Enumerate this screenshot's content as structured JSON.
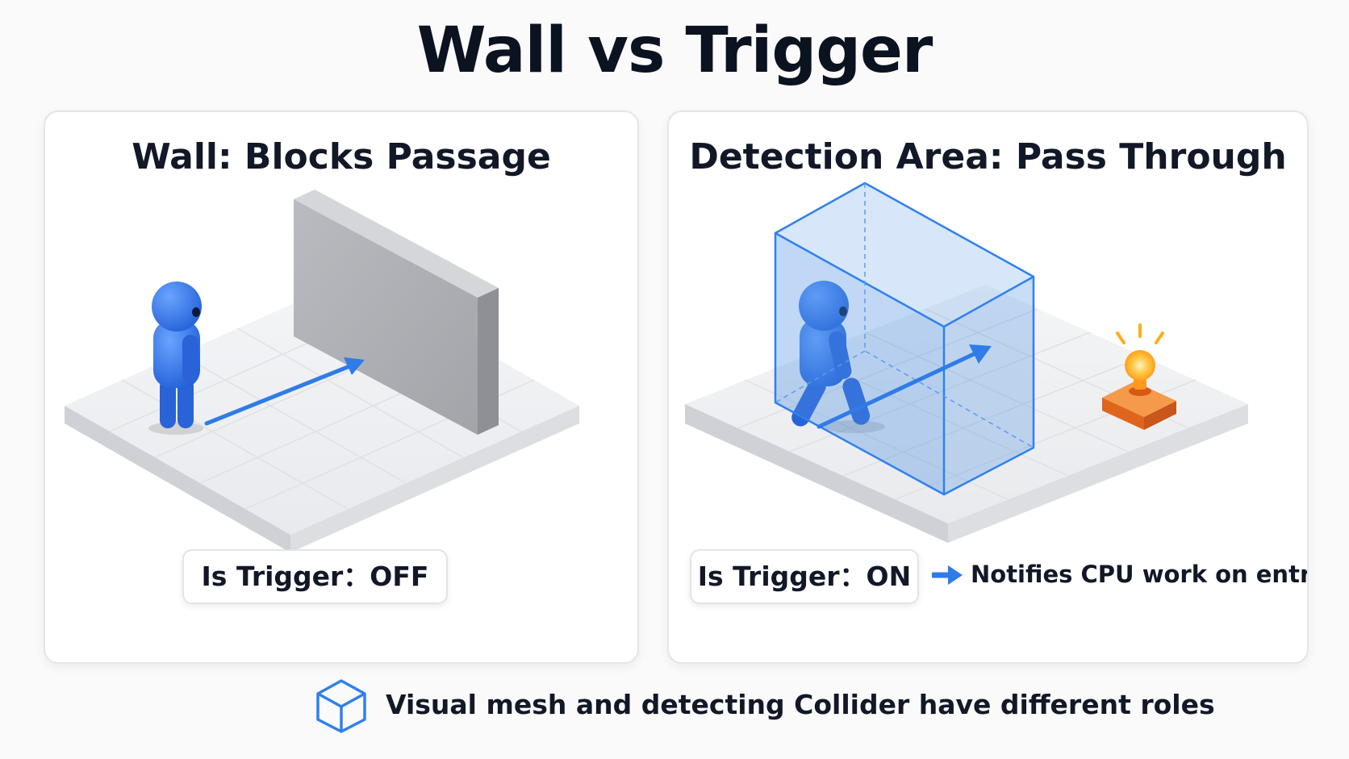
{
  "title": "Wall vs Trigger",
  "left_panel": {
    "heading": "Wall: Blocks Passage",
    "badge": "Is Trigger：OFF"
  },
  "right_panel": {
    "heading": "Detection Area: Pass Through",
    "badge": "Is Trigger：ON",
    "note": "Notifies CPU work on entry"
  },
  "footer": {
    "text": "Visual mesh and detecting Collider have different roles",
    "icon": "cube-icon"
  },
  "colors": {
    "character": "#2f6fe0",
    "arrow": "#2f7be8",
    "trigger_volume": "#4a90e2",
    "wall": "#a9abb0",
    "floor": "#f1f2f4",
    "switch": "#f07a2a",
    "bulb": "#ffb300"
  }
}
